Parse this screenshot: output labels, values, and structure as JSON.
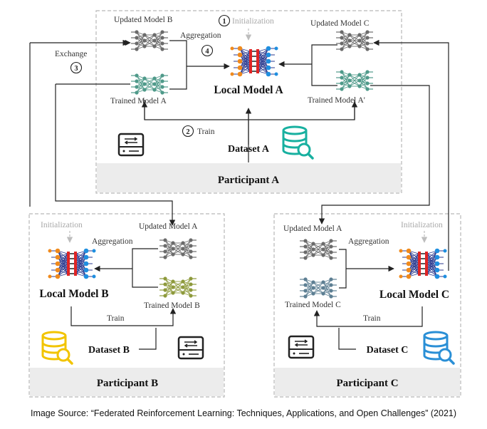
{
  "participant_a": {
    "updated_model_b": "Updated Model B",
    "updated_model_c": "Updated Model C",
    "trained_model_a_left": "Trained Model A",
    "trained_model_a_right": "Trained Model A'",
    "local_model": "Local Model A",
    "dataset": "Dataset A",
    "footer": "Participant A",
    "step1_number": "1",
    "step1_label": "Initialization",
    "step2_number": "2",
    "step2_label": "Train",
    "step3_number": "3",
    "step3_label": "Exchange",
    "step4_number": "4",
    "step4_label": "Aggregation"
  },
  "participant_b": {
    "initialization": "Initialization",
    "aggregation": "Aggregation",
    "updated_model": "Updated Model A",
    "trained_model": "Trained Model B",
    "local_model": "Local Model B",
    "train": "Train",
    "dataset": "Dataset B",
    "footer": "Participant B"
  },
  "participant_c": {
    "initialization": "Initialization",
    "aggregation": "Aggregation",
    "updated_model": "Updated Model A",
    "trained_model": "Trained Model C",
    "local_model": "Local Model C",
    "train": "Train",
    "dataset": "Dataset C",
    "footer": "Participant C"
  },
  "caption": "Image Source: “Federated Reinforcement Learning: Techniques, Applications, and Open Challenges” (2021)",
  "colors": {
    "panel_border": "#b8b8b8",
    "footer_fill": "#ececec",
    "grey_model": "#6b6b6b",
    "teal_model": "#4f9a8a",
    "olive_model": "#8e9a3c",
    "steel_model": "#5d7f93",
    "local_input_node": "#f08a1c",
    "local_output_node": "#1f8fe0",
    "local_core": "#e02424",
    "dataset_a": "#18b0a0",
    "dataset_b": "#f2c400",
    "dataset_c": "#2a8fd6",
    "arrow": "#222222"
  },
  "icons": {
    "network_small": "neural-network-icon",
    "network_local": "local-model-network-icon",
    "database": "database-search-icon",
    "storage": "storage-drive-icon"
  }
}
